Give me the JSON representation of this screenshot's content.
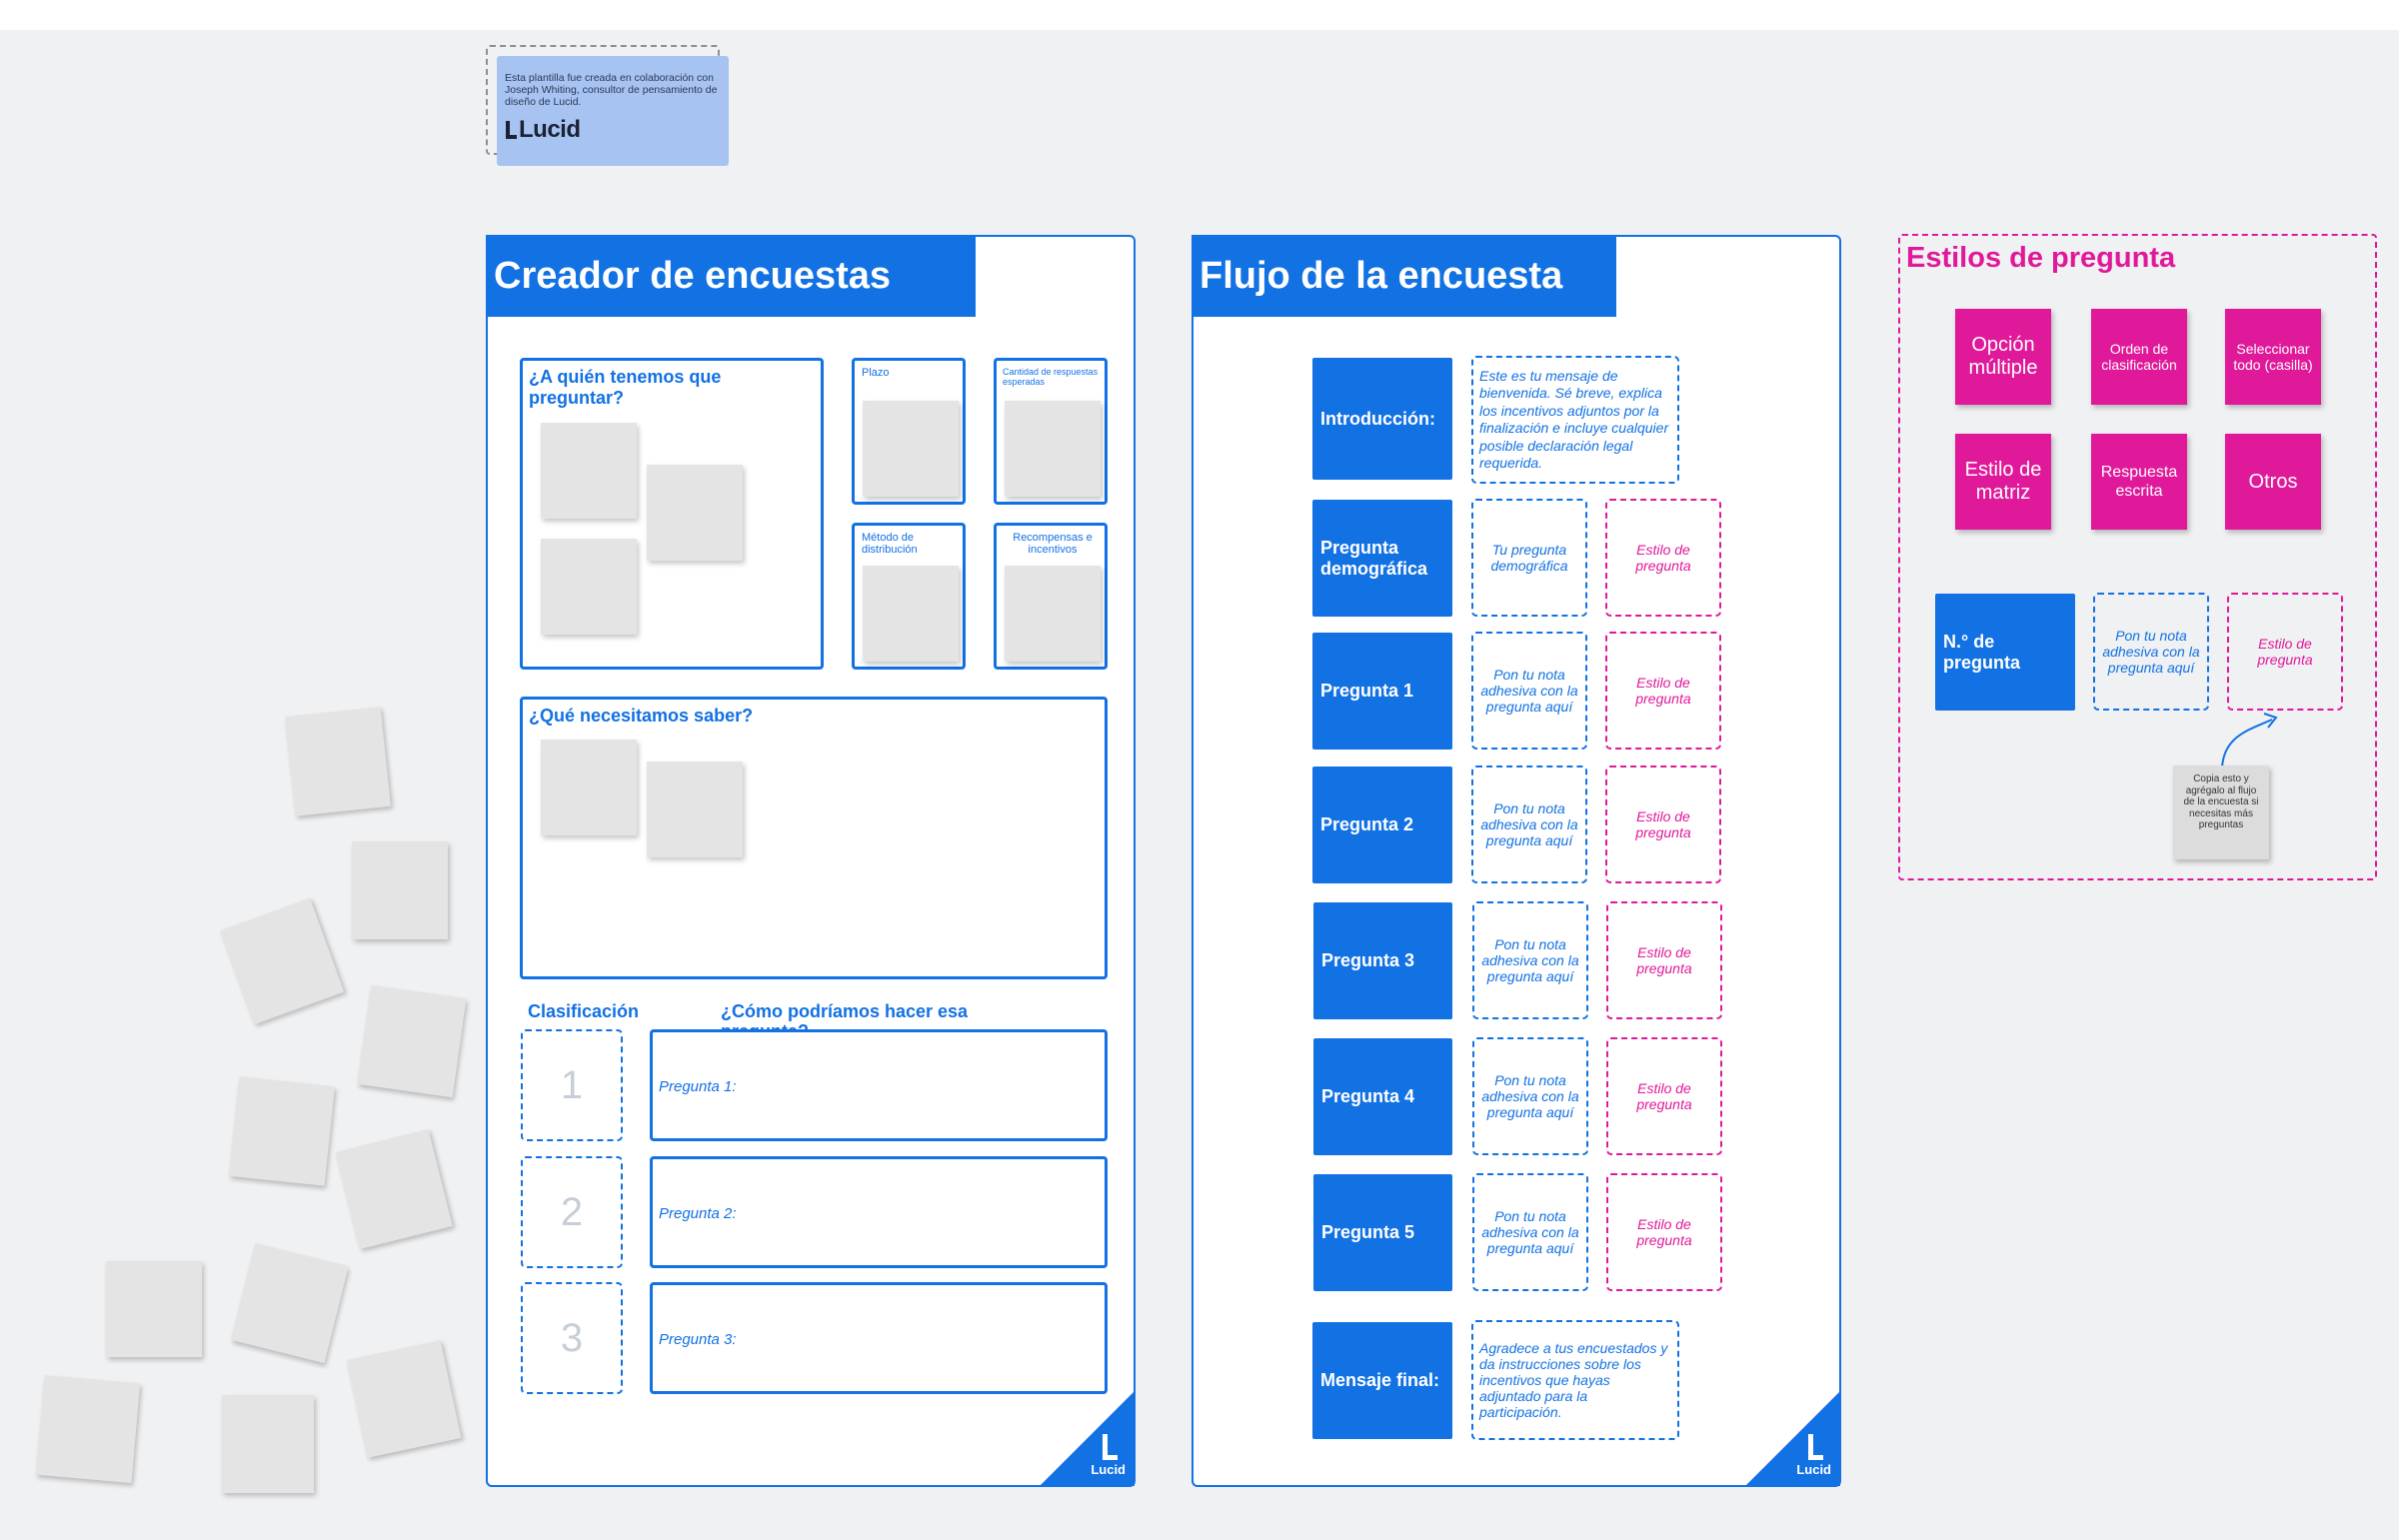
{
  "credit": {
    "text": "Esta plantilla fue creada en colaboración con Joseph Whiting, consultor de pensamiento de diseño de Lucid.",
    "logo": "Lucid"
  },
  "survey_builder": {
    "title": "Creador de encuestas",
    "who_title": "¿A quién tenemos que preguntar?",
    "deadline": "Plazo",
    "expected_responses": "Cantidad de respuestas esperadas",
    "distribution": "Método de distribución",
    "rewards": "Recompensas e incentivos",
    "need_title": "¿Qué necesitamos saber?",
    "ranking_title": "Clasificación",
    "how_title": "¿Cómo podríamos hacer esa pregunta?",
    "ranks": [
      "1",
      "2",
      "3"
    ],
    "questions": [
      "Pregunta 1:",
      "Pregunta 2:",
      "Pregunta 3:"
    ],
    "corner_logo": "Lucid"
  },
  "survey_flow": {
    "title": "Flujo de la encuesta",
    "intro_label": "Introducción:",
    "intro_text": "Este es tu mensaje de bienvenida. Sé breve, explica los incentivos adjuntos por la finalización e incluye cualquier posible declaración legal requerida.",
    "demographic_label": "Pregunta demográfica",
    "demographic_text": "Tu pregunta demográfica",
    "style_text": "Estilo de pregunta",
    "rows": [
      {
        "label": "Pregunta 1",
        "text": "Pon tu nota adhesiva con la pregunta aquí"
      },
      {
        "label": "Pregunta 2",
        "text": "Pon tu nota adhesiva con la pregunta aquí"
      },
      {
        "label": "Pregunta 3",
        "text": "Pon tu nota adhesiva con la pregunta aquí"
      },
      {
        "label": "Pregunta 4",
        "text": "Pon tu nota adhesiva con la pregunta aquí"
      },
      {
        "label": "Pregunta 5",
        "text": "Pon tu nota adhesiva con la pregunta aquí"
      }
    ],
    "final_label": "Mensaje final:",
    "final_text": "Agradece a tus encuestados y da instrucciones sobre los incentivos que hayas adjuntado para la participación.",
    "corner_logo": "Lucid"
  },
  "question_styles": {
    "title": "Estilos de pregunta",
    "styles": [
      "Opción múltiple",
      "Orden de clasificación",
      "Seleccionar todo (casilla)",
      "Estilo de matriz",
      "Respuesta escrita",
      "Otros"
    ],
    "number_label": "N.° de pregunta",
    "note_text": "Pon tu nota adhesiva con la pregunta aquí",
    "style_text": "Estilo de pregunta",
    "copy_note": "Copia esto y agrégalo al flujo de la encuesta si necesitas más preguntas"
  },
  "colors": {
    "blue": "#1271e3",
    "pink": "#e0199a",
    "sticky_gray": "#e4e4e4",
    "canvas": "#f0f1f3"
  }
}
